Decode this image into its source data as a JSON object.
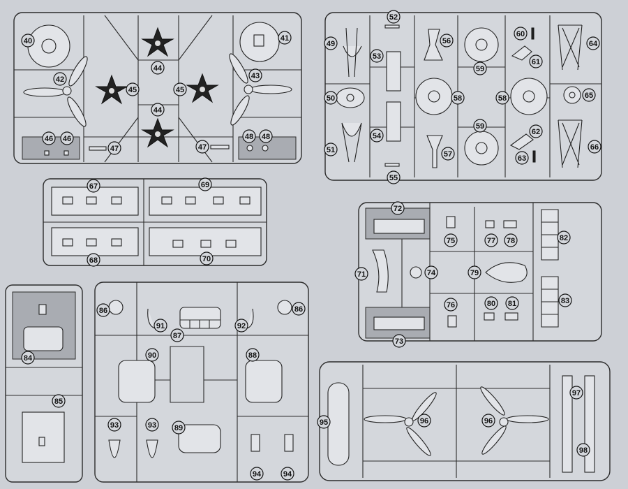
{
  "labels": {
    "p40": "40",
    "p41": "41",
    "p42": "42",
    "p43": "43",
    "p44": "44",
    "p45": "45",
    "p46": "46",
    "p47": "47",
    "p48": "48",
    "p49": "49",
    "p50": "50",
    "p51": "51",
    "p52": "52",
    "p53": "53",
    "p54": "54",
    "p55": "55",
    "p56": "56",
    "p57": "57",
    "p58": "58",
    "p59": "59",
    "p60": "60",
    "p61": "61",
    "p62": "62",
    "p63": "63",
    "p64": "64",
    "p65": "65",
    "p66": "66",
    "p67": "67",
    "p68": "68",
    "p69": "69",
    "p70": "70",
    "p71": "71",
    "p72": "72",
    "p73": "73",
    "p74": "74",
    "p75": "75",
    "p76": "76",
    "p77": "77",
    "p78": "78",
    "p79": "79",
    "p80": "80",
    "p81": "81",
    "p82": "82",
    "p83": "83",
    "p84": "84",
    "p85": "85",
    "p86": "86",
    "p87": "87",
    "p88": "88",
    "p89": "89",
    "p90": "90",
    "p91": "91",
    "p92": "92",
    "p93": "93",
    "p94": "94",
    "p95": "95",
    "p96": "96",
    "p97": "97",
    "p98": "98"
  }
}
